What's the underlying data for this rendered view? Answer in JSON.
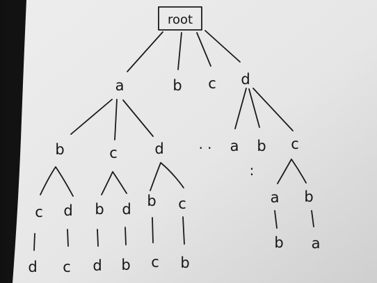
{
  "paper": {
    "left_shadow": "#1f1f1f",
    "paper_light": "#eeeeee",
    "paper_shade": "#d6d6d6",
    "ink": "#1a1a1a"
  },
  "tree": {
    "root": {
      "label": "root"
    },
    "level1": {
      "a": "a",
      "b": "b",
      "c": "c",
      "d": "d"
    },
    "under_a": {
      "b": "b",
      "c": "c",
      "d": "d"
    },
    "under_d": {
      "a": "a",
      "b": "b",
      "c": "c"
    },
    "level3": {
      "ab_c": "c",
      "ab_d": "d",
      "ac_b": "b",
      "ac_d": "d",
      "ad_b": "b",
      "ad_c": "c",
      "dc_a": "a",
      "dc_b": "b"
    },
    "level4": {
      "abc_d": "d",
      "abd_c": "c",
      "acb_d": "d",
      "acd_b": "b",
      "adb_c": "c",
      "adc_b": "b",
      "dca_b": "b",
      "dcb_a": "a"
    },
    "ellipsis_mid": ". .",
    "ellipsis_low": ":"
  }
}
